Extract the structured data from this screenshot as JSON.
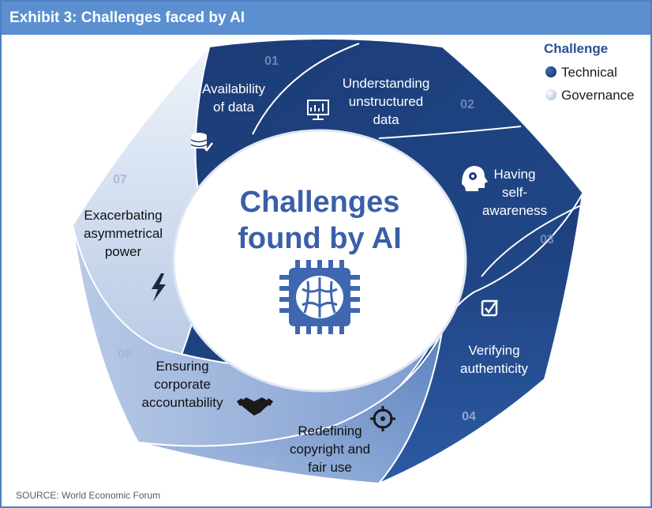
{
  "header": {
    "title": "Exhibit 3: Challenges faced by AI"
  },
  "legend": {
    "title": "Challenge",
    "items": [
      {
        "label": "Technical",
        "color": "#1e3f78"
      },
      {
        "label": "Governance",
        "color": "#c6d4ea"
      }
    ]
  },
  "center": {
    "line1": "Challenges",
    "line2": "found by AI",
    "icon": "ai-chip-brain-icon"
  },
  "challenges": [
    {
      "number": "01",
      "lines": [
        "Availability",
        "of data"
      ],
      "icon": "database-check-icon",
      "type": "Technical"
    },
    {
      "number": "02",
      "lines": [
        "Understanding",
        "unstructured",
        "data"
      ],
      "icon": "monitor-chart-icon",
      "type": "Technical"
    },
    {
      "number": "03",
      "lines": [
        "Having",
        "self-",
        "awareness"
      ],
      "icon": "head-gear-icon",
      "type": "Technical"
    },
    {
      "number": "04",
      "lines": [
        "Verifying",
        "authenticity"
      ],
      "icon": "checkbox-icon",
      "type": "Technical"
    },
    {
      "number": "05",
      "lines": [
        "Redefining",
        "copyright and",
        "fair use"
      ],
      "icon": "crosshair-icon",
      "type": "Governance"
    },
    {
      "number": "06",
      "lines": [
        "Ensuring",
        "corporate",
        "accountability"
      ],
      "icon": "handshake-icon",
      "type": "Governance"
    },
    {
      "number": "07",
      "lines": [
        "Exacerbating",
        "asymmetrical",
        "power"
      ],
      "icon": "lightning-icon",
      "type": "Governance"
    }
  ],
  "source": "SOURCE:  World Economic Forum"
}
